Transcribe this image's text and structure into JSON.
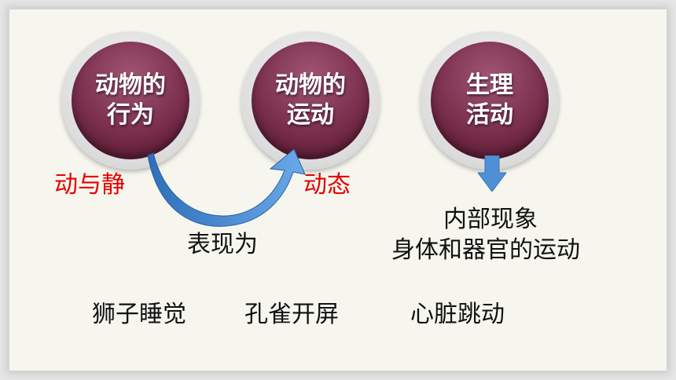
{
  "circles": [
    {
      "line1": "动物的",
      "line2": "行为"
    },
    {
      "line1": "动物的",
      "line2": "运动"
    },
    {
      "line1": "生理",
      "line2": "活动"
    }
  ],
  "labels": {
    "stillness": "动与静",
    "dynamic": "动态",
    "manifests_as": "表现为",
    "internal": "内部现象",
    "body_organ": "身体和器官的运动"
  },
  "examples": [
    "狮子睡觉",
    "孔雀开屏",
    "心脏跳动"
  ],
  "colors": {
    "circle": "#7a2f4d",
    "arrow": "#4f8fd6",
    "red_text": "#e60000"
  }
}
